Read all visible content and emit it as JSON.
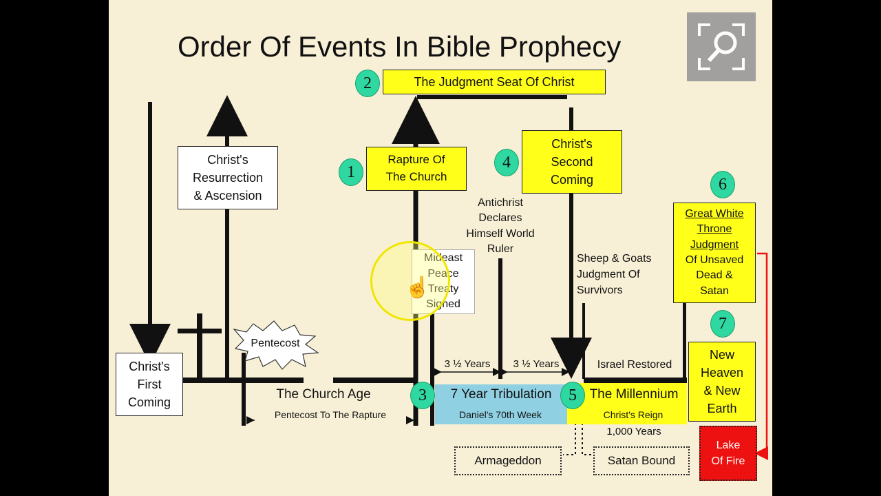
{
  "title": "Order Of Events In Bible Prophecy",
  "numbers": [
    "1",
    "2",
    "3",
    "4",
    "5",
    "6",
    "7"
  ],
  "events": {
    "first_coming": "Christ's\nFirst\nComing",
    "resurrection": "Christ's\nResurrection\n& Ascension",
    "pentecost": "Pentecost",
    "rapture": "Rapture Of\nThe Church",
    "judgment_seat": "The Judgment Seat Of Christ",
    "second_coming": "Christ's\nSecond\nComing",
    "antichrist": "Antichrist\nDeclares\nHimself World\nRuler",
    "peace_treaty": "Mideast\nPeace\nTreaty\nSigned",
    "sheep_goats": "Sheep & Goats\nJudgment Of\nSurvivors",
    "great_white_throne": "Great White\nThrone\nJudgment",
    "great_white_throne_rest": "Of Unsaved\nDead &\nSatan",
    "new_heaven": "New\nHeaven\n& New\nEarth",
    "lake_of_fire": "Lake\nOf Fire",
    "armageddon": "Armageddon",
    "satan_bound": "Satan Bound"
  },
  "periods": {
    "church_age": "The Church Age",
    "church_age_span": "Pentecost To The Rapture",
    "tribulation": "7 Year Tribulation",
    "tribulation_span": "Daniel's 70th Week",
    "half_1": "3 ½ Years",
    "half_2": "3 ½ Years",
    "israel_restored": "Israel Restored",
    "millennium": "The Millennium",
    "millennium_span": "Christ's Reign",
    "thousand_years": "1,000 Years"
  },
  "colors": {
    "background": "#f8f0d6",
    "yellow": "#ffff1a",
    "tribulation": "#8fd0e2",
    "badge": "#2fd8a0",
    "lake": "#ee1111"
  },
  "icons": [
    "cross-icon",
    "magnify-icon",
    "hand-cursor-icon"
  ]
}
